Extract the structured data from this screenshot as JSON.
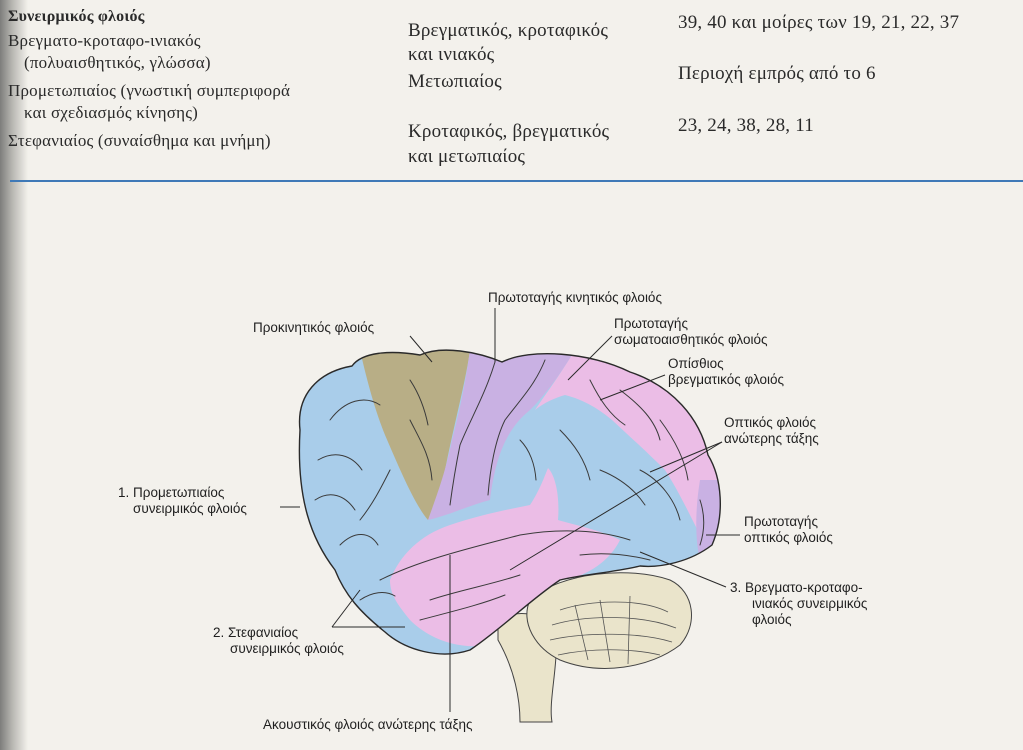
{
  "table": {
    "header": "Συνειρμικός φλοιός",
    "col1": [
      {
        "line1": "Βρεγματο-κροταφο-ινιακός",
        "line2": "(πολυαισθητικός, γλώσσα)"
      },
      {
        "line1": "Προμετωπιαίος (γνωστική συμπεριφορά",
        "line2": "και σχεδιασμός κίνησης)"
      },
      {
        "line1": "Στεφανιαίος (συναίσθημα και μνήμη)"
      }
    ],
    "col2": [
      {
        "line1": "Βρεγματικός, κροταφικός",
        "line2": "και ινιακός"
      },
      {
        "line1": "Μετωπιαίος"
      },
      {
        "line1": "Κροταφικός, βρεγματικός",
        "line2": "και μετωπιαίος"
      }
    ],
    "col3": [
      "39, 40 και μοίρες των 19, 21, 22, 37",
      "Περιοχή εμπρός από το 6",
      "23, 24, 38, 28, 11"
    ]
  },
  "diagram": {
    "colors": {
      "prefrontal_association": "#a9cdea",
      "premotor": "#b8ae86",
      "primary_motor": "#c9b1e3",
      "somatosensory_parietal": "#ebbde6",
      "visual_association": "#a9cdea",
      "auditory_higher": "#ebbde6",
      "primary_visual": "#c9b1e3",
      "cerebellum": "#eae4cb"
    },
    "labels": {
      "primary_motor": "Πρωτοταγής κινητικός φλοιός",
      "premotor": "Προκινητικός φλοιός",
      "somatosensory_1": "Πρωτοταγής",
      "somatosensory_2": "σωματοαισθητικός φλοιός",
      "posterior_parietal_1": "Οπίσθιος",
      "posterior_parietal_2": "βρεγματικός φλοιός",
      "visual_higher_1": "Οπτικός φλοιός",
      "visual_higher_2": "ανώτερης τάξης",
      "prefrontal_1": "1. Προμετωπιαίος",
      "prefrontal_2": "συνειρμικός φλοιός",
      "primary_visual_1": "Πρωτοταγής",
      "primary_visual_2": "οπτικός φλοιός",
      "parieto_1": "3. Βρεγματο-κροταφο-",
      "parieto_2": "ινιακός συνειρμικός",
      "parieto_3": "φλοιός",
      "limbic_1": "2. Στεφανιαίος",
      "limbic_2": "συνειρμικός φλοιός",
      "auditory": "Ακουστικός φλοιός ανώτερης τάξης"
    }
  }
}
